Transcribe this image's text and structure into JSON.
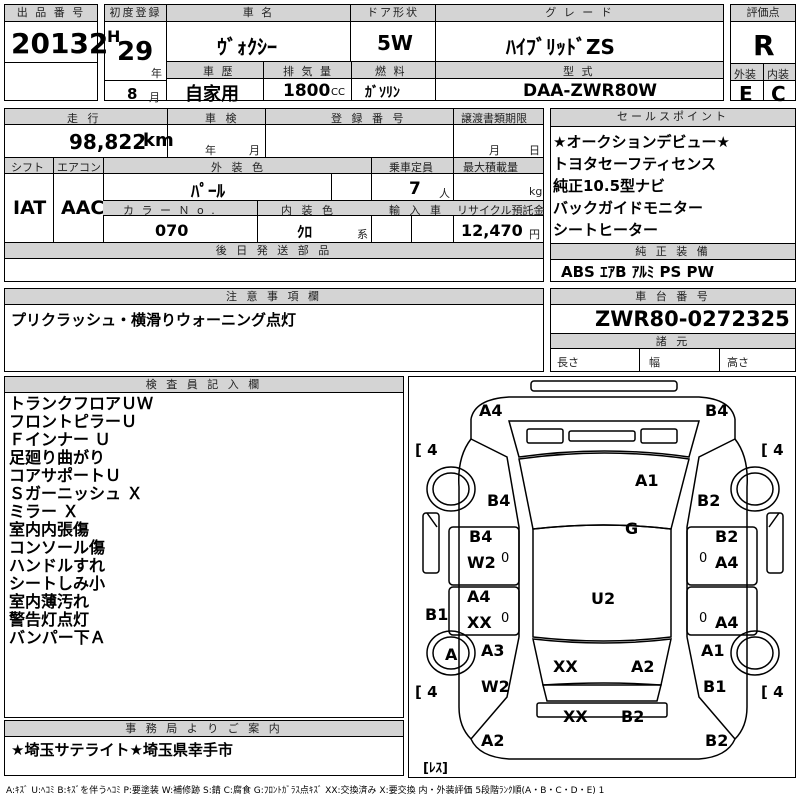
{
  "header": {
    "lot_label": "出 品 番 号",
    "lot_number": "20132",
    "first_reg_label": "初度登録",
    "era_letter": "H",
    "year_number": "29",
    "year_unit": "年",
    "month_number": "8",
    "month_unit": "月",
    "name_label": "車 名",
    "car_name": "ｳﾞｫｸｼｰ",
    "history_label": "車 歴",
    "history_value": "自家用",
    "displacement_label": "排 気 量",
    "displacement_value": "1800",
    "displacement_unit": "CC",
    "door_label": "ドア形状",
    "door_value": "5W",
    "fuel_label": "燃 料",
    "fuel_value": "ｶﾞｿﾘﾝ",
    "grade_label": "グ レ ー ド",
    "grade_value": "ﾊｲﾌﾞﾘｯﾄﾞZS",
    "model_label": "型 式",
    "model_value": "DAA-ZWR80W",
    "score_label": "評価点",
    "score_value": "R",
    "exterior_label": "外装",
    "exterior_value": "E",
    "interior_label": "内装",
    "interior_value": "C"
  },
  "row2": {
    "mileage_label": "走 行",
    "mileage_value": "98,822",
    "mileage_unit": "km",
    "inspection_label": "車 検",
    "inspection_year_unit": "年",
    "inspection_month_unit": "月",
    "plate_label": "登 録 番 号",
    "transfer_label": "譲渡書類期限",
    "transfer_month_unit": "月",
    "transfer_day_unit": "日",
    "shift_label": "シフト",
    "shift_value": "IAT",
    "aircon_label": "エアコン",
    "aircon_value": "AAC",
    "color_label": "外 装 色",
    "color_value": "ﾊﾟｰﾙ",
    "capacity_label": "乗車定員",
    "capacity_value": "7",
    "capacity_unit": "人",
    "load_label": "最大積載量",
    "load_unit": "kg",
    "color_no_label": "カ ラ ー Ｎ o .",
    "color_no_value": "070",
    "interior_color_label": "内 装 色",
    "interior_color_value": "ｸﾛ",
    "interior_color_unit": "系",
    "import_label": "輸 入 車",
    "recycle_label": "リサイクル預託金",
    "recycle_value": "12,470",
    "recycle_unit": "円",
    "later_parts_label": "後 日 発 送 部 品"
  },
  "sales_points": {
    "label": "セールスポイント",
    "items": [
      "★オークションデビュー★",
      "トヨタセーフティセンス",
      "純正10.5型ナビ",
      "バックガイドモニター",
      "シートヒーター"
    ]
  },
  "equipment": {
    "label": "純 正 装 備",
    "value": "ABS ｴｱB ｱﾙﾐ PS PW"
  },
  "notes": {
    "label": "注 意 事 項 欄",
    "value": "プリクラッシュ・横滑りウォーニング点灯"
  },
  "chassis": {
    "label": "車 台 番 号",
    "value": "ZWR80-0272325",
    "specs_label": "諸 元",
    "length_label": "長さ",
    "width_label": "幅",
    "height_label": "高さ"
  },
  "inspector": {
    "label": "検 査 員 記 入 欄",
    "items": [
      "トランクフロアＵＷ",
      "フロントピラーＵ",
      "Ｆインナー Ｕ",
      "足廻り曲がり",
      "コアサポートＵ",
      "Ｓガーニッシュ Ｘ",
      "ミラー Ｘ",
      "室内内張傷",
      "コンソール傷",
      "ハンドルすれ",
      "シートしみ小",
      "室内薄汚れ",
      "警告灯点灯",
      "バンパー下Ａ"
    ]
  },
  "office": {
    "label": "事 務 局 よ り ご 案 内",
    "value": "★埼玉サテライト★埼玉県幸手市"
  },
  "diagram": {
    "tire_left_top": "[ 4",
    "tire_right_top": "[ 4",
    "tire_left_bottom": "[ 4",
    "tire_right_bottom": "[ 4",
    "less_label": "[ﾚｽ]",
    "marks": {
      "a4_top_left": "A4",
      "b4_top_right": "B4",
      "a1_hood": "A1",
      "b4_left_fender": "B4",
      "b2_right_fender": "B2",
      "g_glass": "G",
      "b4_left_door": "B4",
      "w2_left_door": "W2",
      "b2_right_door": "B2",
      "a4_right_door": "A4",
      "u2_roof": "U2",
      "b1_left": "B1",
      "a4_left_rear_door": "A4",
      "xx_left_rear_door": "XX",
      "a4_right_rear_door": "A4",
      "a_wheel": "A",
      "a3_left_quarter": "A3",
      "a1_right_quarter": "A1",
      "xx_rear_glass": "XX",
      "a2_rear_glass": "A2",
      "w2_left_rear": "W2",
      "b1_right_rear": "B1",
      "xx_back_door": "XX",
      "b2_back_door": "B2",
      "a2_rear_left": "A2",
      "b2_rear_right": "B2",
      "o_left_front": "0",
      "o_right_front": "0",
      "o_left_rear": "0",
      "o_right_rear": "0"
    }
  },
  "legend": "A:ｷｽﾞ U:ﾍｺﾐ B:ｷｽﾞを伴うﾍｺﾐ P:要塗装 W:補修跡 S:錆 C:腐食 G:ﾌﾛﾝﾄｶﾞﾗｽ点ｷｽﾞ XX:交換済み X:要交換 内・外装評価 5段階ﾗﾝｸ順(A・B・C・D・E) 1"
}
